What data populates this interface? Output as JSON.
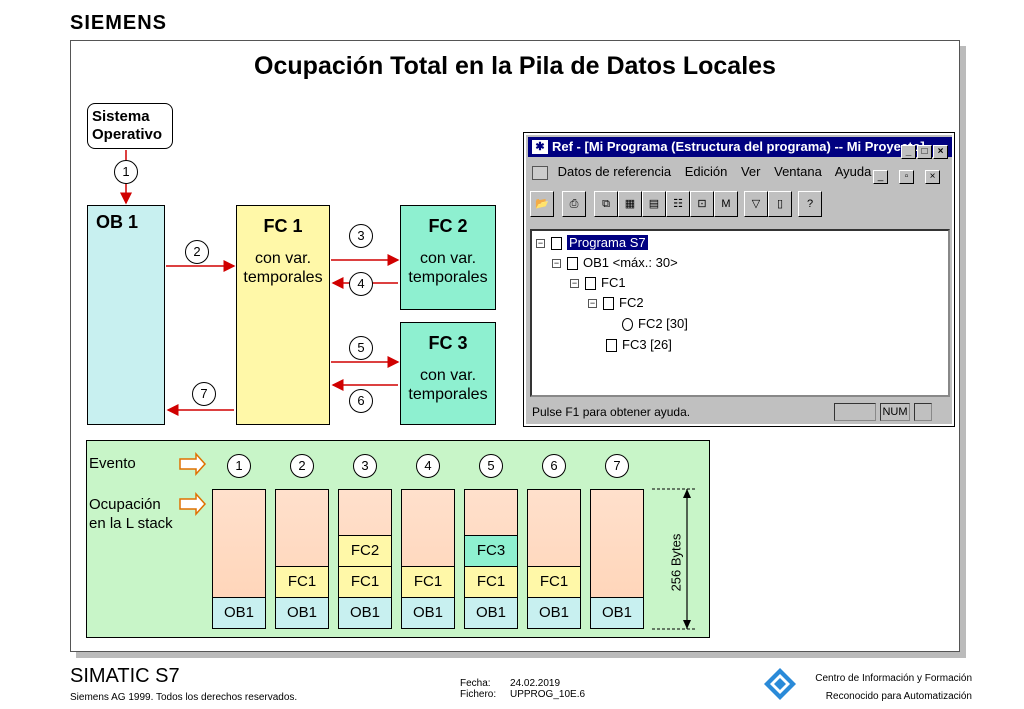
{
  "brand": "SIEMENS",
  "title": "Ocupación Total en la Pila de Datos Locales",
  "system_box": "Sistema\nOperativo",
  "blocks": {
    "ob1": {
      "title": "OB 1"
    },
    "fc1": {
      "title": "FC 1",
      "sub": "con var. temporales"
    },
    "fc2": {
      "title": "FC 2",
      "sub": "con var. temporales"
    },
    "fc3": {
      "title": "FC 3",
      "sub": "con var. temporales"
    }
  },
  "steps": [
    "1",
    "2",
    "3",
    "4",
    "5",
    "6",
    "7"
  ],
  "window": {
    "title": "Ref - [Mi Programa (Estructura del programa) -- Mi Proyecto]",
    "menus": [
      "Datos de referencia",
      "Edición",
      "Ver",
      "Ventana",
      "Ayuda"
    ],
    "tree": [
      {
        "label": "Programa S7",
        "selected": true
      },
      {
        "label": "OB1 <máx.: 30>"
      },
      {
        "label": "FC1"
      },
      {
        "label": "FC2"
      },
      {
        "label": "FC2 [30]"
      },
      {
        "label": "FC3 [26]"
      }
    ],
    "status": "Pulse F1 para obtener ayuda.",
    "status_num": "NUM"
  },
  "stack": {
    "event_label": "Evento",
    "occupation_label": "Ocupación\nen la L stack",
    "bytes_label": "256 Bytes",
    "columns": [
      {
        "event": "1",
        "cells": [
          "OB1"
        ]
      },
      {
        "event": "2",
        "cells": [
          "OB1",
          "FC1"
        ]
      },
      {
        "event": "3",
        "cells": [
          "OB1",
          "FC1",
          "FC2"
        ]
      },
      {
        "event": "4",
        "cells": [
          "OB1",
          "FC1"
        ]
      },
      {
        "event": "5",
        "cells": [
          "OB1",
          "FC1",
          "FC3"
        ]
      },
      {
        "event": "6",
        "cells": [
          "OB1",
          "FC1"
        ]
      },
      {
        "event": "7",
        "cells": [
          "OB1"
        ]
      }
    ]
  },
  "footer": {
    "product": "SIMATIC S7",
    "copyright": "Siemens AG 1999. Todos los derechos reservados.",
    "fecha_label": "Fecha:",
    "fecha": "24.02.2019",
    "fichero_label": "Fichero:",
    "fichero": "UPPROG_10E.6",
    "center1": "Centro de Información y Formación",
    "center2": "Reconocido para Automatización"
  },
  "colors": {
    "ob1": "#c8f0f0",
    "fc1": "#fff8a8",
    "fc2fc3": "#8ef0d0",
    "stack_bg": "#c8f5c8",
    "arrow": "#d00000"
  }
}
